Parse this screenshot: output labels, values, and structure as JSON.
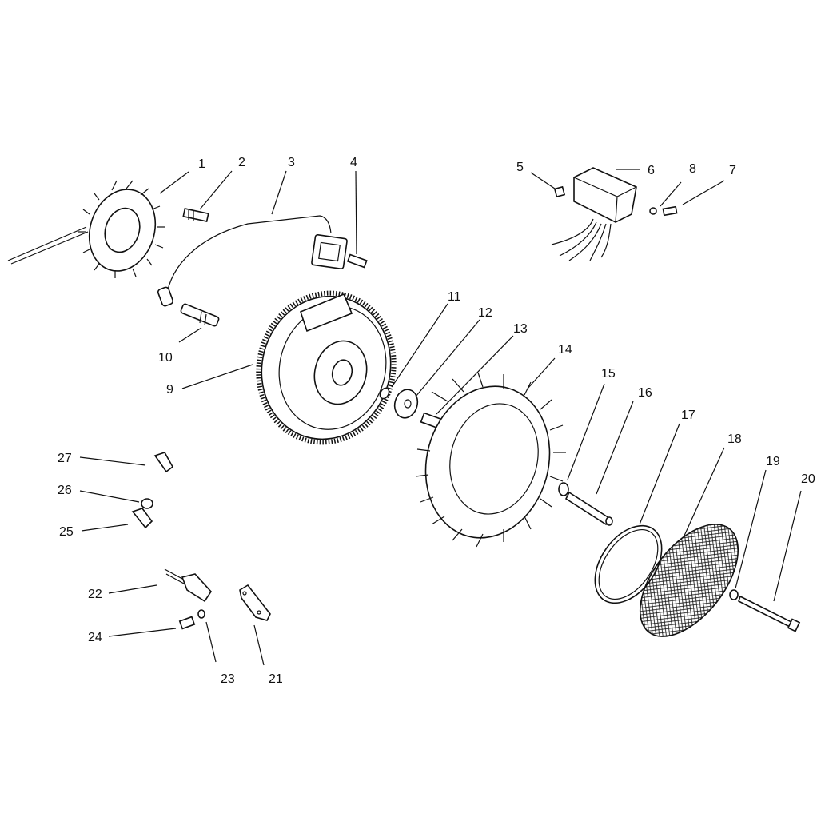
{
  "diagram": {
    "type": "exploded-parts-diagram",
    "line_color": "#111111",
    "background": "#ffffff",
    "callouts": [
      {
        "label": "1"
      },
      {
        "label": "2"
      },
      {
        "label": "3"
      },
      {
        "label": "4"
      },
      {
        "label": "5"
      },
      {
        "label": "6"
      },
      {
        "label": "7"
      },
      {
        "label": "8"
      },
      {
        "label": "9"
      },
      {
        "label": "10"
      },
      {
        "label": "11"
      },
      {
        "label": "12"
      },
      {
        "label": "13"
      },
      {
        "label": "14"
      },
      {
        "label": "15"
      },
      {
        "label": "16"
      },
      {
        "label": "17"
      },
      {
        "label": "18"
      },
      {
        "label": "19"
      },
      {
        "label": "20"
      },
      {
        "label": "21"
      },
      {
        "label": "22"
      },
      {
        "label": "23"
      },
      {
        "label": "24"
      },
      {
        "label": "25"
      },
      {
        "label": "26"
      },
      {
        "label": "27"
      }
    ]
  }
}
